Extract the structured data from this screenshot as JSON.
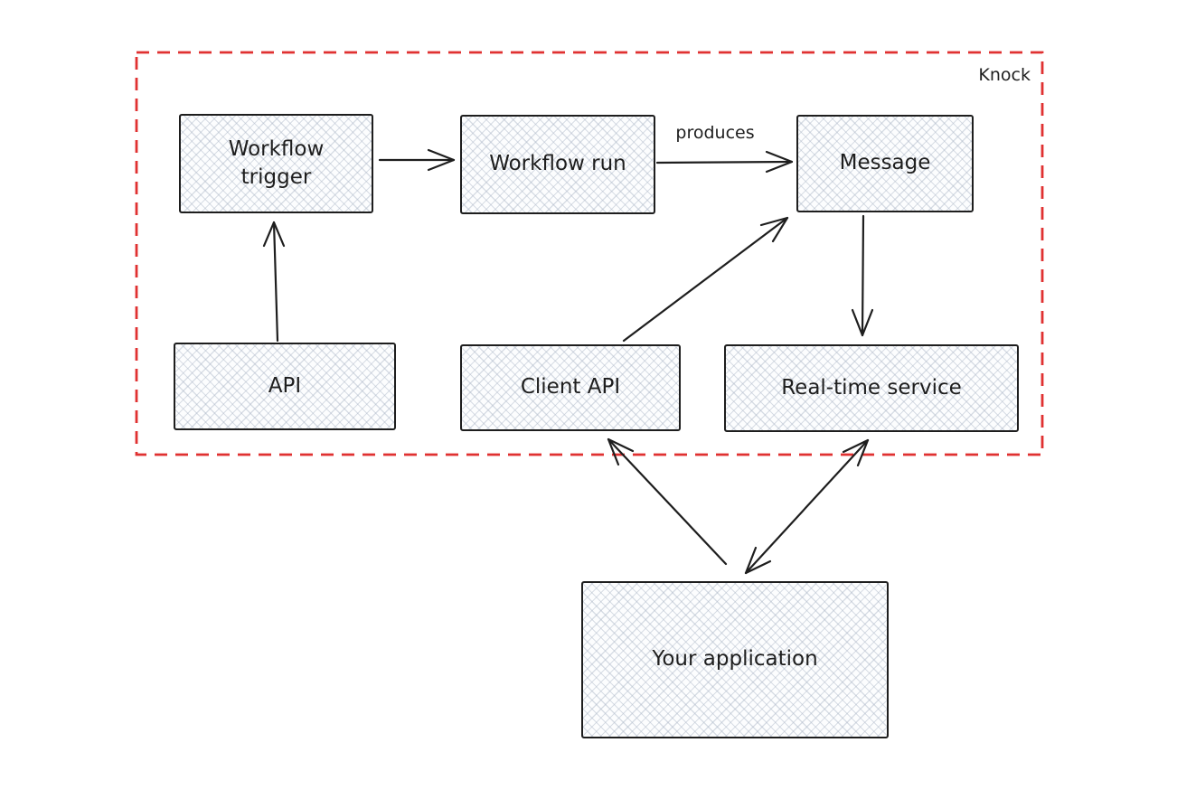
{
  "diagram": {
    "type": "flowchart",
    "style": "hand-drawn",
    "boundary": {
      "label": "Knock"
    },
    "nodes": {
      "workflow_trigger": {
        "label": "Workflow trigger"
      },
      "workflow_run": {
        "label": "Workflow run"
      },
      "message": {
        "label": "Message"
      },
      "api": {
        "label": "API"
      },
      "client_api": {
        "label": "Client API"
      },
      "realtime_service": {
        "label": "Real-time service"
      },
      "your_application": {
        "label": "Your application"
      }
    },
    "edges": [
      {
        "from": "Workflow trigger",
        "to": "Workflow run",
        "label": "",
        "arrows": "forward"
      },
      {
        "from": "Workflow run",
        "to": "Message",
        "label": "produces",
        "arrows": "forward"
      },
      {
        "from": "API",
        "to": "Workflow trigger",
        "label": "",
        "arrows": "forward"
      },
      {
        "from": "Client API",
        "to": "Message",
        "label": "",
        "arrows": "forward"
      },
      {
        "from": "Message",
        "to": "Real-time service",
        "label": "",
        "arrows": "forward"
      },
      {
        "from": "Your application",
        "to": "Client API",
        "label": "",
        "arrows": "forward"
      },
      {
        "from": "Your application",
        "to": "Real-time service",
        "label": "",
        "arrows": "both"
      }
    ],
    "colors": {
      "stroke": "#1e1e1e",
      "node_fill": "#f7f8fa",
      "boundary_red": "#e03131",
      "background": "#ffffff"
    }
  }
}
